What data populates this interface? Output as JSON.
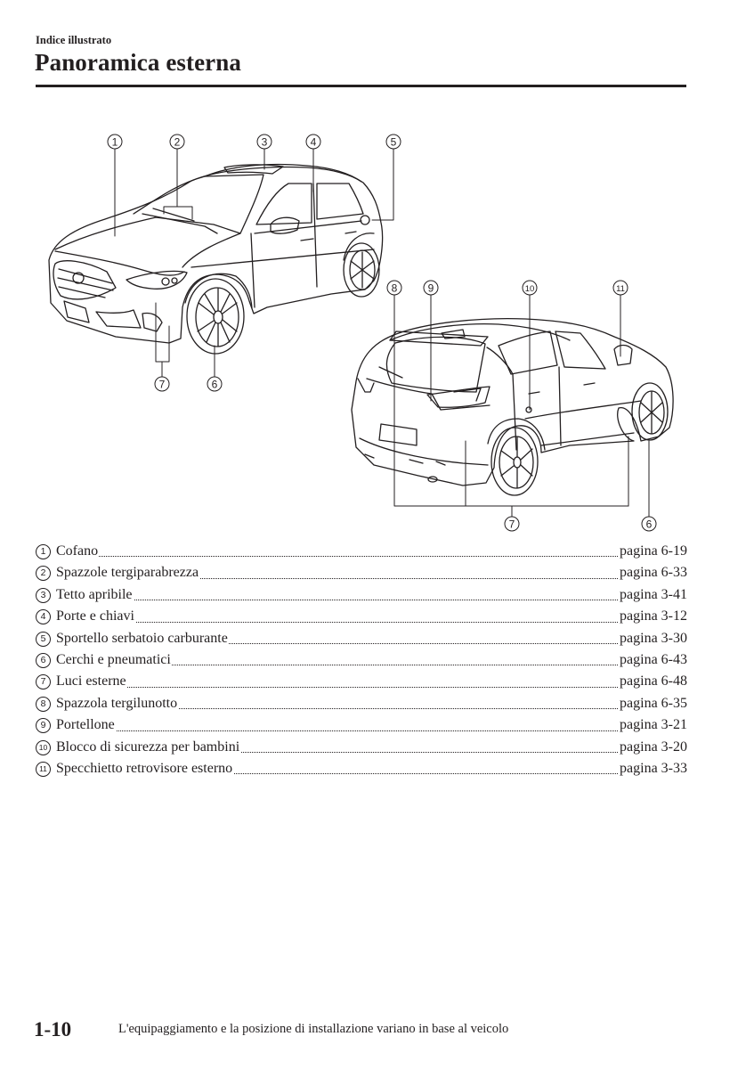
{
  "header": {
    "section": "Indice illustrato",
    "title": "Panoramica esterna"
  },
  "figure": {
    "callouts": [
      "1",
      "2",
      "3",
      "4",
      "5",
      "6",
      "7",
      "8",
      "9",
      "10",
      "11"
    ]
  },
  "legend": [
    {
      "num": "1",
      "label": "Cofano",
      "page": "pagina 6-19"
    },
    {
      "num": "2",
      "label": "Spazzole tergiparabrezza",
      "page": "pagina 6-33"
    },
    {
      "num": "3",
      "label": "Tetto apribile",
      "page": "pagina 3-41"
    },
    {
      "num": "4",
      "label": "Porte e chiavi",
      "page": "pagina 3-12"
    },
    {
      "num": "5",
      "label": "Sportello serbatoio carburante",
      "page": "pagina 3-30"
    },
    {
      "num": "6",
      "label": "Cerchi e pneumatici",
      "page": "pagina 6-43"
    },
    {
      "num": "7",
      "label": "Luci esterne",
      "page": "pagina 6-48"
    },
    {
      "num": "8",
      "label": "Spazzola tergilunotto",
      "page": "pagina 6-35"
    },
    {
      "num": "9",
      "label": "Portellone",
      "page": "pagina 3-21"
    },
    {
      "num": "10",
      "label": "Blocco di sicurezza per bambini",
      "page": "pagina 3-20"
    },
    {
      "num": "11",
      "label": "Specchietto retrovisore esterno",
      "page": "pagina 3-33"
    }
  ],
  "footer": {
    "page_number": "1-10",
    "note": "L'equipaggiamento e la posizione di installazione variano in base al veicolo"
  }
}
